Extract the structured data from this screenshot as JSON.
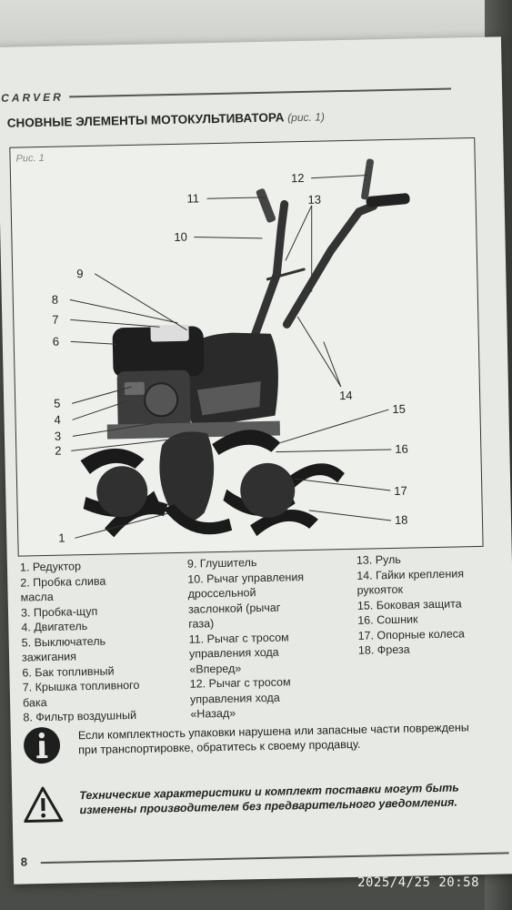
{
  "header": {
    "logo": "CARVER",
    "section_title": "СНОВНЫЕ ЭЛЕМЕНТЫ МОТОКУЛЬТИВАТОРА",
    "figure_ref": "(рис. 1)"
  },
  "figure": {
    "label": "Рис. 1",
    "callouts": [
      "1",
      "2",
      "3",
      "4",
      "5",
      "6",
      "7",
      "8",
      "9",
      "10",
      "11",
      "12",
      "13",
      "14",
      "15",
      "16",
      "17",
      "18"
    ]
  },
  "legend": {
    "col1": [
      "1. Редуктор",
      "2. Пробка слива\nмасла",
      "3. Пробка-щуп",
      "4. Двигатель",
      "5. Выключатель\nзажигания",
      "6. Бак топливный",
      "7. Крышка топливного\nбака",
      "8. Фильтр воздушный"
    ],
    "col2": [
      "9. Глушитель",
      "10. Рычаг управления\nдроссельной\nзаслонкой (рычаг\nгаза)",
      "11. Рычаг с тросом\nуправления хода\n«Вперед»",
      "12. Рычаг с тросом\nуправления хода\n«Назад»"
    ],
    "col3": [
      "13. Руль",
      "14. Гайки крепления\nрукояток",
      "15. Боковая защита",
      "16. Сошник",
      "17. Опорные колеса",
      "18. Фреза"
    ]
  },
  "notices": {
    "info_icon": "info-icon",
    "info_text": "Если комплектность упаковки нарушена или запасные части повреждены при транспортировке, обратитесь к своему продавцу.",
    "warn_icon": "warning-icon",
    "warn_text": "Технические характеристики и комплект поставки могут быть изменены производителем без предварительного уведомления."
  },
  "footer": {
    "page_number": "8"
  },
  "photo_timestamp": "2025/4/25 20:58"
}
